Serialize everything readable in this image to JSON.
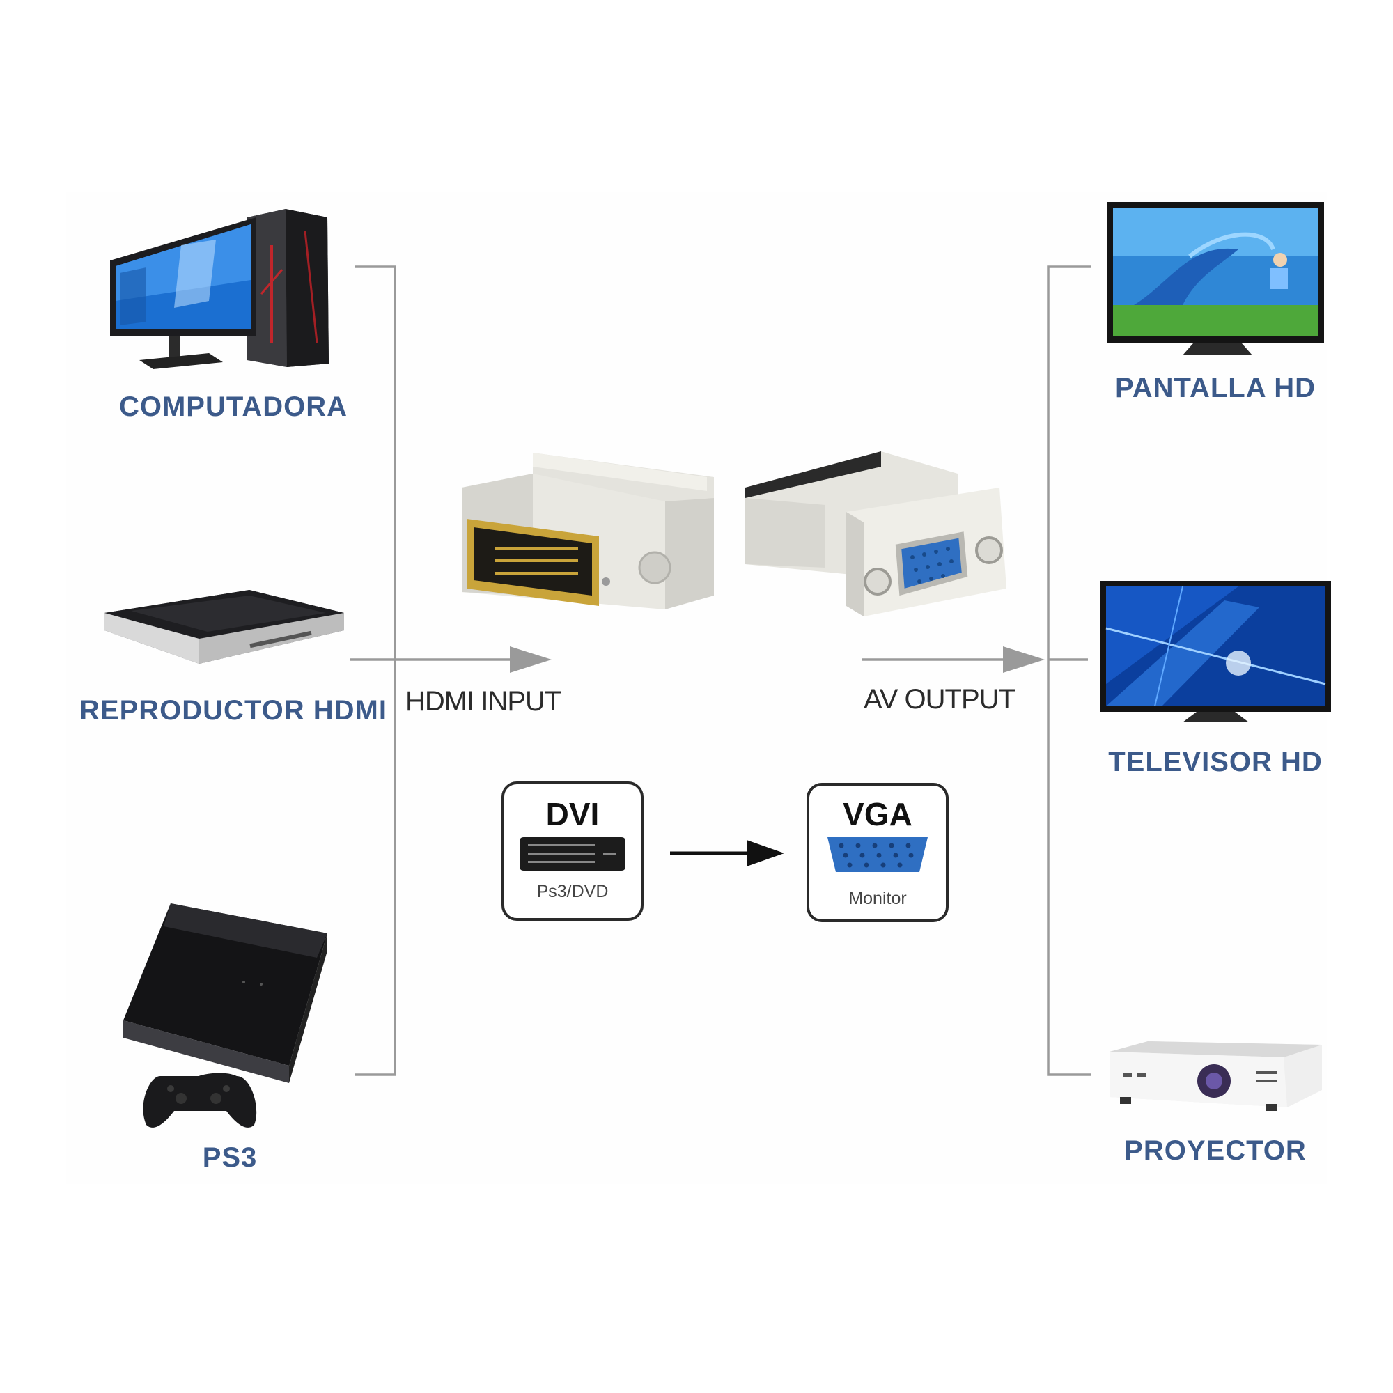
{
  "sources": [
    {
      "label": "COMPUTADORA",
      "icon": "desktop-computer-icon"
    },
    {
      "label": "REPRODUCTOR HDMI",
      "icon": "media-player-icon"
    },
    {
      "label": "PS3",
      "icon": "game-console-icon"
    }
  ],
  "outputs": [
    {
      "label": "PANTALLA HD",
      "icon": "hd-screen-icon"
    },
    {
      "label": "TELEVISOR HD",
      "icon": "television-icon"
    },
    {
      "label": "PROYECTOR",
      "icon": "projector-icon"
    }
  ],
  "flow": {
    "input_label": "HDMI INPUT",
    "output_label": "AV OUTPUT"
  },
  "ports": {
    "from": {
      "title": "DVI",
      "subtitle": "Ps3/DVD",
      "icon": "dvi-port-icon"
    },
    "to": {
      "title": "VGA",
      "subtitle": "Monitor",
      "icon": "vga-port-icon"
    }
  },
  "colors": {
    "label_blue": "#3c5a8a",
    "line_gray": "#9a9a9a",
    "vga_blue": "#2f6fc2",
    "adapter_gray": "#e4e3dd",
    "gold": "#c9a43a"
  }
}
